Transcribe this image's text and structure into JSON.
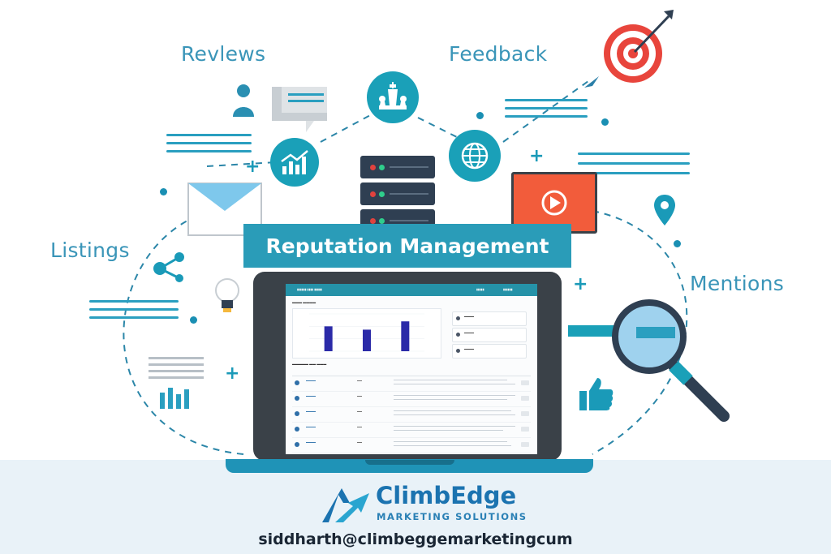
{
  "labels": {
    "reviews": "Revlews",
    "feedback": "Feedback",
    "listings": "Listings",
    "mentions": "Mentions"
  },
  "banner": {
    "title": "Reputation Management"
  },
  "brand": {
    "name": "ClimbEdge",
    "tagline": "MARKETING SOLUTIONS",
    "email": "siddharth@climbeggemarketingcum"
  },
  "chart_data": {
    "type": "bar",
    "categories": [
      "",
      "",
      ""
    ],
    "values": [
      30,
      26,
      36
    ],
    "ylim": [
      0,
      45
    ]
  },
  "colors": {
    "accent": "#1aa0b8",
    "banner": "#2a9cb8",
    "video": "#f25c3b",
    "target_red": "#e8453c",
    "server": "#2f3f52",
    "bars": "#2b2aa8"
  },
  "icons": [
    "person-icon",
    "speech-bubble-icon",
    "growth-chart-icon",
    "chess-icon",
    "globe-icon",
    "target-icon",
    "rocket-icon",
    "envelope-icon",
    "server-icon",
    "video-play-icon",
    "location-pin-icon",
    "share-icon",
    "lightbulb-icon",
    "bar-chart-icon",
    "thumbs-up-icon",
    "magnifier-icon",
    "climbedge-logo-icon"
  ]
}
